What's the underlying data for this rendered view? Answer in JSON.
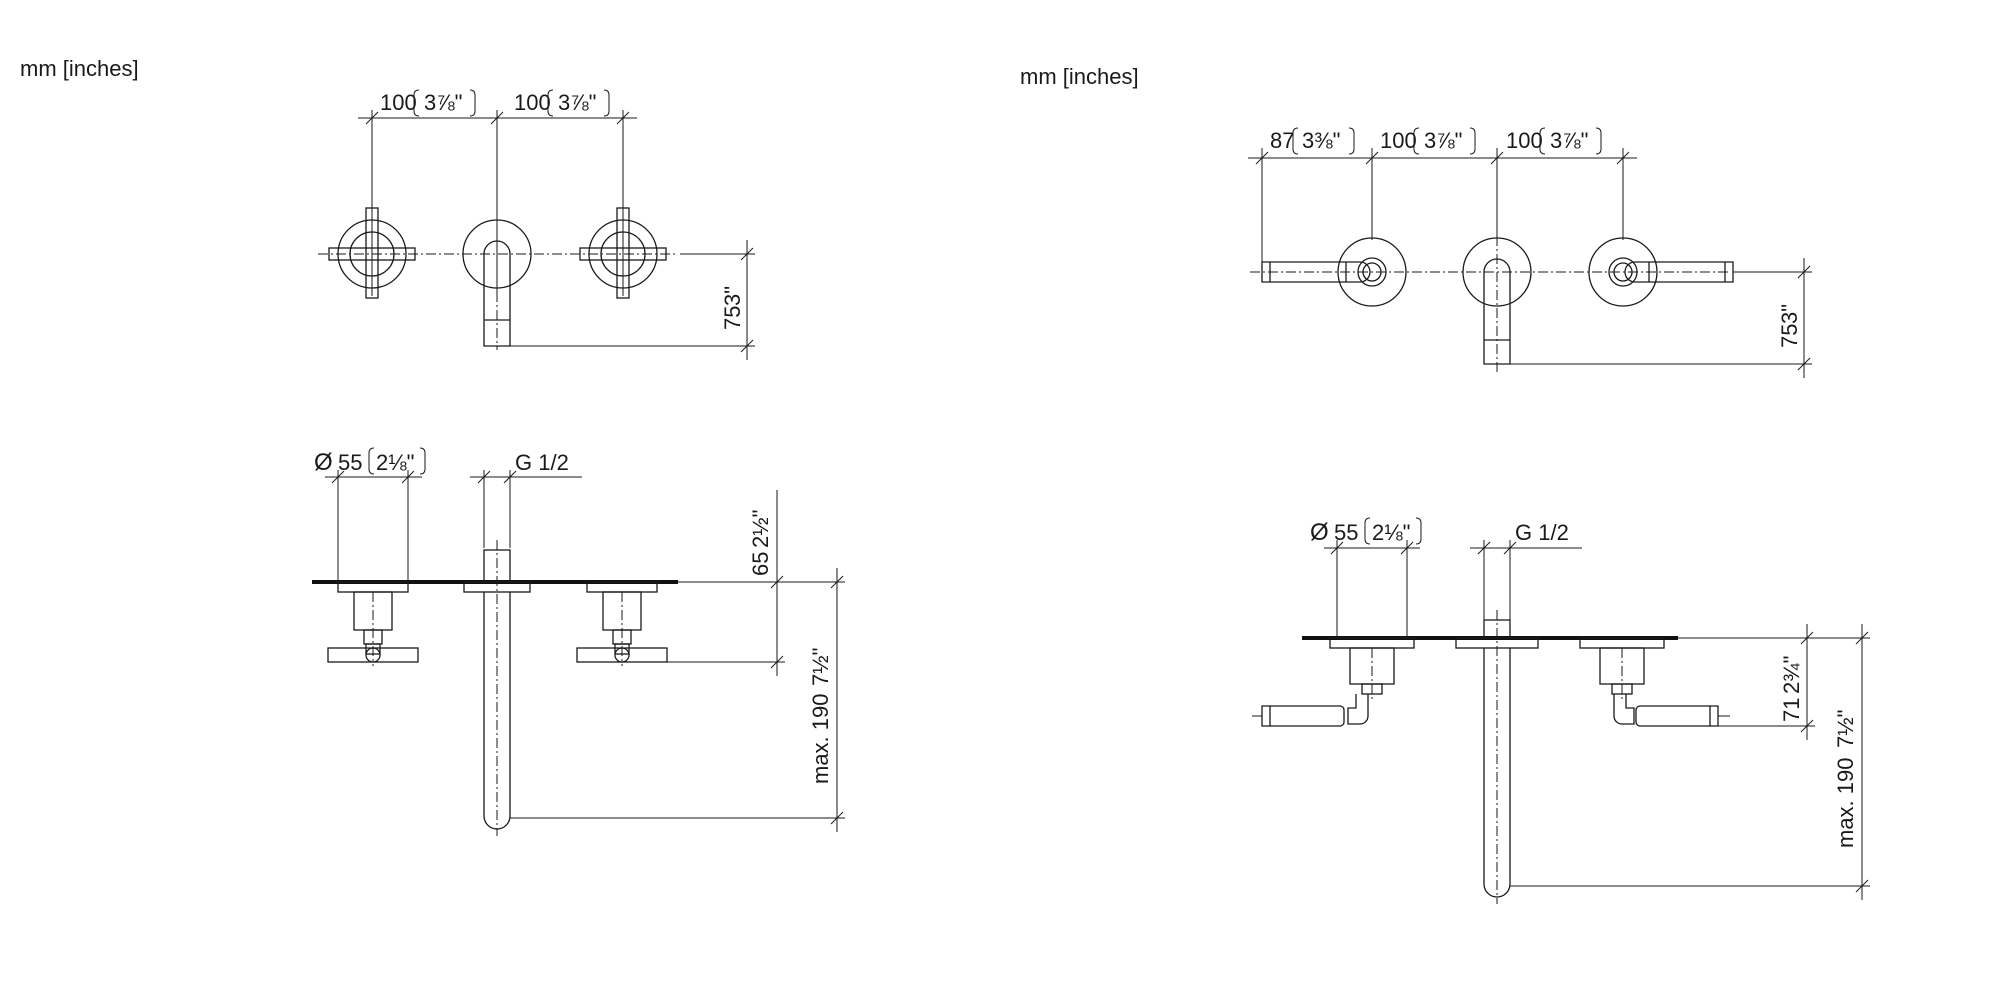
{
  "left": {
    "units": "mm [inches]",
    "top": {
      "dim_a": "100",
      "dim_a_in": "3⅞\"",
      "dim_b": "100",
      "dim_b_in": "3⅞\"",
      "dim_h": "75",
      "dim_h_in": "3\""
    },
    "side": {
      "dia": "Ø",
      "dia_val": "55",
      "dia_in": "2⅛\"",
      "thread": "G 1/2",
      "depth": "65",
      "depth_in": "2½\"",
      "max": "max. 190",
      "max_in": "7½\""
    }
  },
  "right": {
    "units": "mm [inches]",
    "top": {
      "dim_a": "87",
      "dim_a_in": "3⅜\"",
      "dim_b": "100",
      "dim_b_in": "3⅞\"",
      "dim_c": "100",
      "dim_c_in": "3⅞\"",
      "dim_h": "75",
      "dim_h_in": "3\""
    },
    "side": {
      "dia": "Ø",
      "dia_val": "55",
      "dia_in": "2⅛\"",
      "thread": "G 1/2",
      "depth": "71",
      "depth_in": "2¾\"",
      "max": "max. 190",
      "max_in": "7½\""
    }
  }
}
